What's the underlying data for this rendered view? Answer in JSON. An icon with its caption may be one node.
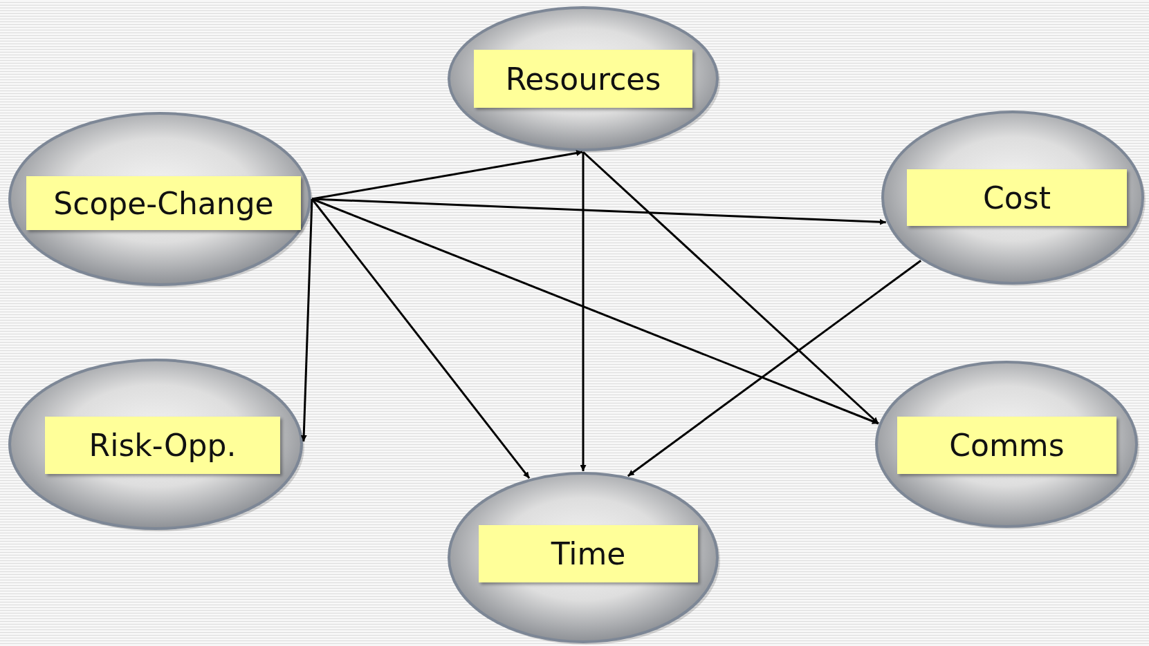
{
  "diagram": {
    "nodes": [
      {
        "text": [
          "Resources"
        ]
      },
      {
        "text": [
          "Scope-Change"
        ]
      },
      {
        "text": [
          "Cost"
        ]
      },
      {
        "text": [
          "Risk-Opp."
        ]
      },
      {
        "text": [
          "Comms"
        ]
      },
      {
        "text": [
          "Time"
        ]
      }
    ],
    "edges": [
      {
        "from": 1,
        "to": 0,
        "arrow": "to"
      },
      {
        "from": 1,
        "to": 2,
        "arrow": "to"
      },
      {
        "from": 1,
        "to": 3,
        "arrow": "to"
      },
      {
        "from": 1,
        "to": 5,
        "arrow": "to"
      },
      {
        "from": 1,
        "to": 4,
        "arrow": "to"
      },
      {
        "from": 0,
        "to": 5,
        "arrow": "to"
      },
      {
        "from": 0,
        "to": 4,
        "arrow": "to"
      },
      {
        "from": 2,
        "to": 5,
        "arrow": "to"
      }
    ]
  }
}
